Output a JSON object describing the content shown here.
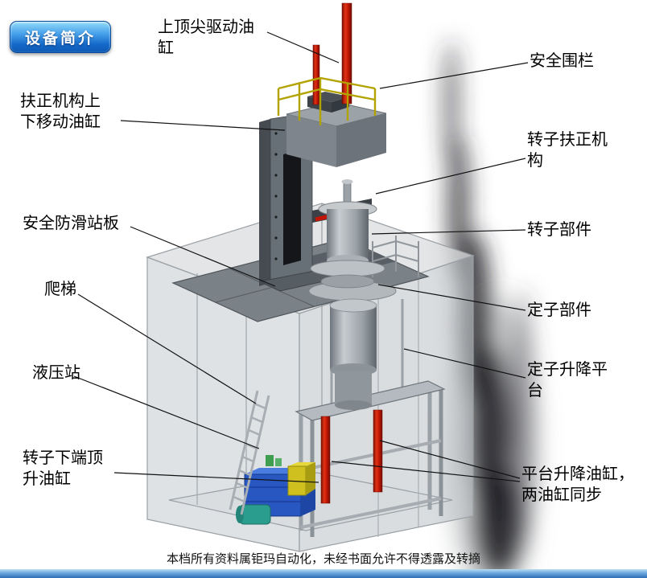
{
  "badge": {
    "label": "设备简介"
  },
  "callouts": {
    "top_cylinder": {
      "text": "上顶尖驱动油缸"
    },
    "safety_fence": {
      "text": "安全围栏"
    },
    "centering_cylinder": {
      "text": "扶正机构上下移动油缸"
    },
    "rotor_centering": {
      "text": "转子扶正机构"
    },
    "anti_slip_platform": {
      "text": "安全防滑站板"
    },
    "rotor_part": {
      "text": "转子部件"
    },
    "ladder": {
      "text": "爬梯"
    },
    "stator_part": {
      "text": "定子部件"
    },
    "hydraulic_station": {
      "text": "液压站"
    },
    "stator_lift_platform": {
      "text": "定子升降平台"
    },
    "rotor_bottom_jack": {
      "text": "转子下端顶升油缸"
    },
    "platform_lift_cylinders": {
      "text": "平台升降油缸，两油缸同步"
    }
  },
  "footer": {
    "notice": "本档所有资料属钜玛自动化，未经书面允许不得透露及转摘"
  },
  "colors": {
    "badge_blue": "#1468c8",
    "cylinder_red": "#c01505",
    "railing_yellow": "#b3a300",
    "hydraulic_blue": "#2857c2",
    "bottom_bar_blue": "#2f6db5"
  }
}
